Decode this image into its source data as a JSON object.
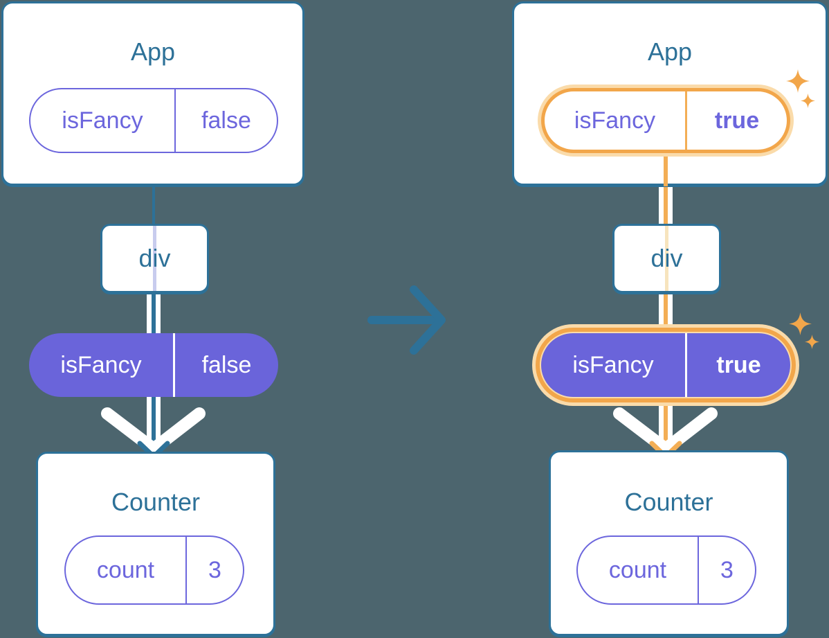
{
  "colors": {
    "background": "#4C656E",
    "teal": "#2D7198",
    "purple_fill": "#6A64DA",
    "purple_text": "#6C66DD",
    "periwinkle_line": "#C8CCEE",
    "orange": "#F2A64A",
    "orange_halo": "#FADBAA",
    "orange_line": "#F3AE55",
    "cream_line": "#F7E4BD",
    "white": "#FFFFFF"
  },
  "before": {
    "root": {
      "title": "App",
      "state": {
        "name": "isFancy",
        "value": "false"
      }
    },
    "middle": {
      "title": "div"
    },
    "prop": {
      "name": "isFancy",
      "value": "false"
    },
    "leaf": {
      "title": "Counter",
      "state": {
        "name": "count",
        "value": "3"
      }
    }
  },
  "after": {
    "root": {
      "title": "App",
      "state": {
        "name": "isFancy",
        "value": "true"
      }
    },
    "middle": {
      "title": "div"
    },
    "prop": {
      "name": "isFancy",
      "value": "true"
    },
    "leaf": {
      "title": "Counter",
      "state": {
        "name": "count",
        "value": "3"
      }
    }
  },
  "icons": {
    "transition": "right-arrow",
    "flow_before": "down-arrow",
    "flow_after": "down-arrow",
    "highlight": "sparkles"
  }
}
